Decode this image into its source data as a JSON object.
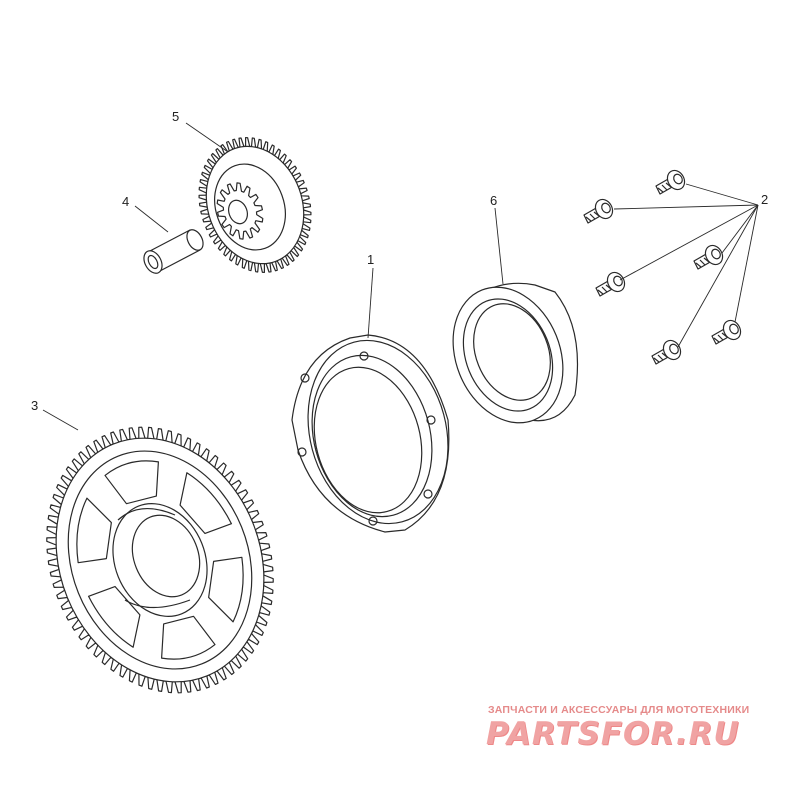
{
  "diagram": {
    "callouts": [
      {
        "id": "1",
        "label": "1"
      },
      {
        "id": "2",
        "label": "2"
      },
      {
        "id": "3",
        "label": "3"
      },
      {
        "id": "4",
        "label": "4"
      },
      {
        "id": "5",
        "label": "5"
      },
      {
        "id": "6",
        "label": "6"
      }
    ],
    "parts": [
      {
        "ref": "1",
        "shape": "flange-ring"
      },
      {
        "ref": "2",
        "shape": "bolt",
        "count": 6
      },
      {
        "ref": "3",
        "shape": "spoked-gear"
      },
      {
        "ref": "4",
        "shape": "sleeve"
      },
      {
        "ref": "5",
        "shape": "double-gear"
      },
      {
        "ref": "6",
        "shape": "bearing-ring"
      }
    ]
  },
  "watermark": {
    "tagline": "ЗАПЧАСТИ И АКСЕССУАРЫ ДЛЯ МОТОТЕХНИКИ",
    "logo": "PARTSFOR.RU"
  },
  "colors": {
    "line": "#2a2a2a",
    "fill": "#ffffff",
    "watermark": "#f0a3a3"
  }
}
